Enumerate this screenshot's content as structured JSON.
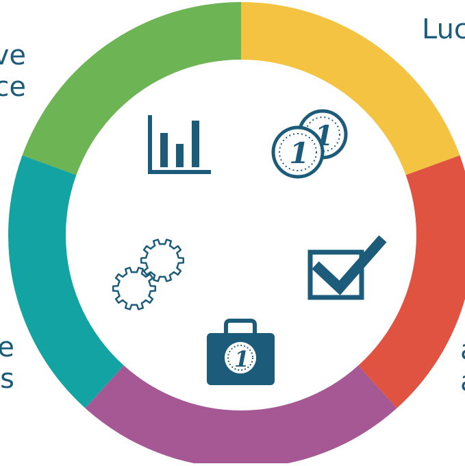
{
  "labels": {
    "top_left": "ve\nce",
    "top_right": "Luc",
    "bottom_left": "e\ns",
    "bottom_right": "a\na"
  },
  "colors": {
    "green": "#6cb454",
    "yellow": "#f5c342",
    "red": "#e05340",
    "purple": "#a65894",
    "teal": "#14a3a3",
    "icon": "#1c5b7a",
    "label_text": "#1c5b7a"
  },
  "ring_segments": [
    {
      "id": "green",
      "start_deg": -70,
      "end_deg": 0
    },
    {
      "id": "yellow",
      "start_deg": 0,
      "end_deg": 70
    },
    {
      "id": "red",
      "start_deg": 70,
      "end_deg": 138
    },
    {
      "id": "purple",
      "start_deg": 138,
      "end_deg": 222
    },
    {
      "id": "teal",
      "start_deg": 222,
      "end_deg": 290
    }
  ],
  "icons": {
    "chart": "bar-chart-icon",
    "coins": "coins-icon",
    "checkbox": "checkbox-icon",
    "briefcase": "briefcase-icon",
    "gears": "gears-icon",
    "coin_glyph": "1"
  }
}
